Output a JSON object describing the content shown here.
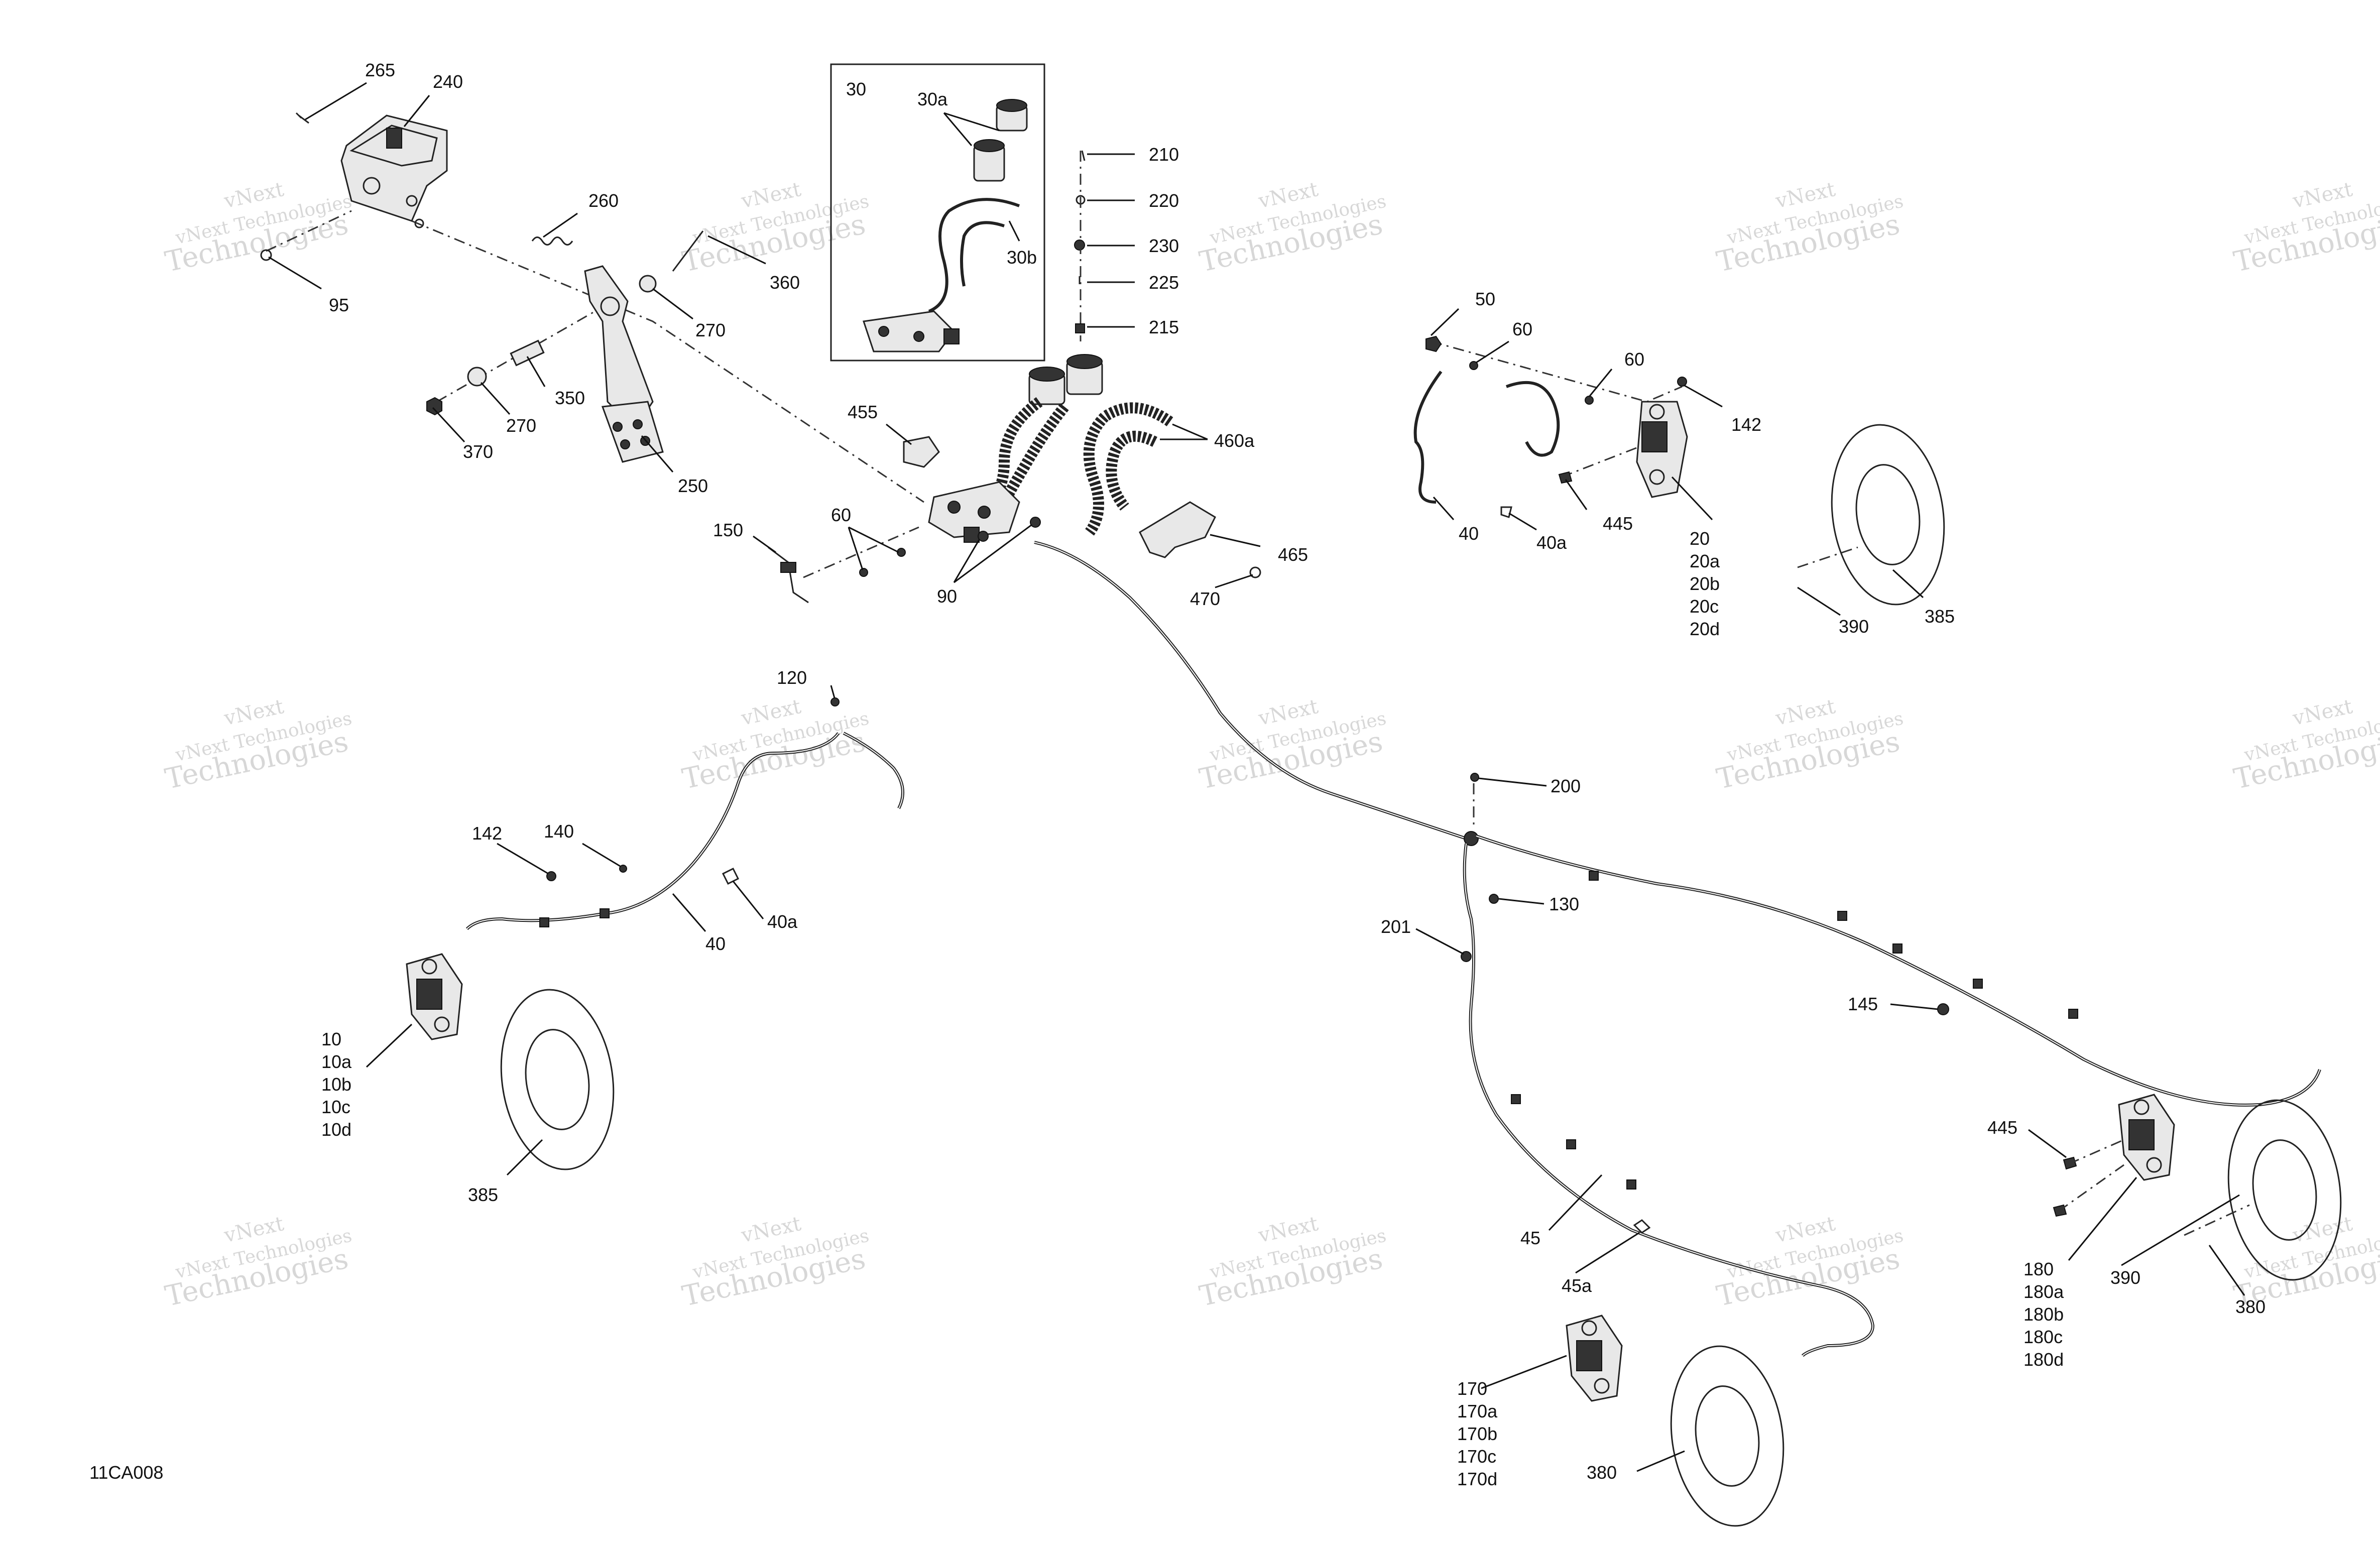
{
  "drawing_id": "11CA008",
  "watermark": {
    "line1": "vNext",
    "line2": "vNext Technologies",
    "line3": "Technologies"
  },
  "callouts": {
    "c265": "265",
    "c240": "240",
    "c260": "260",
    "c95": "95",
    "c360": "360",
    "c270a": "270",
    "c350": "350",
    "c270b": "270",
    "c370": "370",
    "c250": "250",
    "c30": "30",
    "c30a": "30a",
    "c30b": "30b",
    "c210": "210",
    "c220": "220",
    "c230": "230",
    "c225": "225",
    "c215": "215",
    "c455": "455",
    "c460a": "460a",
    "c465": "465",
    "c470": "470",
    "c150": "150",
    "c60a": "60",
    "c90": "90",
    "c50": "50",
    "c60b": "60",
    "c60c": "60",
    "c142a": "142",
    "c40a": "40",
    "c40aa": "40a",
    "c445a": "445",
    "c20": "20",
    "c20a": "20a",
    "c20b": "20b",
    "c20c": "20c",
    "c20d": "20d",
    "c390a": "390",
    "c385a": "385",
    "c120": "120",
    "c142b": "142",
    "c140": "140",
    "c40b": "40",
    "c40ab": "40a",
    "c10": "10",
    "c10a": "10a",
    "c10b": "10b",
    "c10c": "10c",
    "c10d": "10d",
    "c385b": "385",
    "c200": "200",
    "c130": "130",
    "c201": "201",
    "c145": "145",
    "c445b": "445",
    "c180": "180",
    "c180a": "180a",
    "c180b": "180b",
    "c180c": "180c",
    "c180d": "180d",
    "c390b": "390",
    "c380a": "380",
    "c45": "45",
    "c45a": "45a",
    "c170": "170",
    "c170a": "170a",
    "c170b": "170b",
    "c170c": "170c",
    "c170d": "170d",
    "c380b": "380"
  }
}
